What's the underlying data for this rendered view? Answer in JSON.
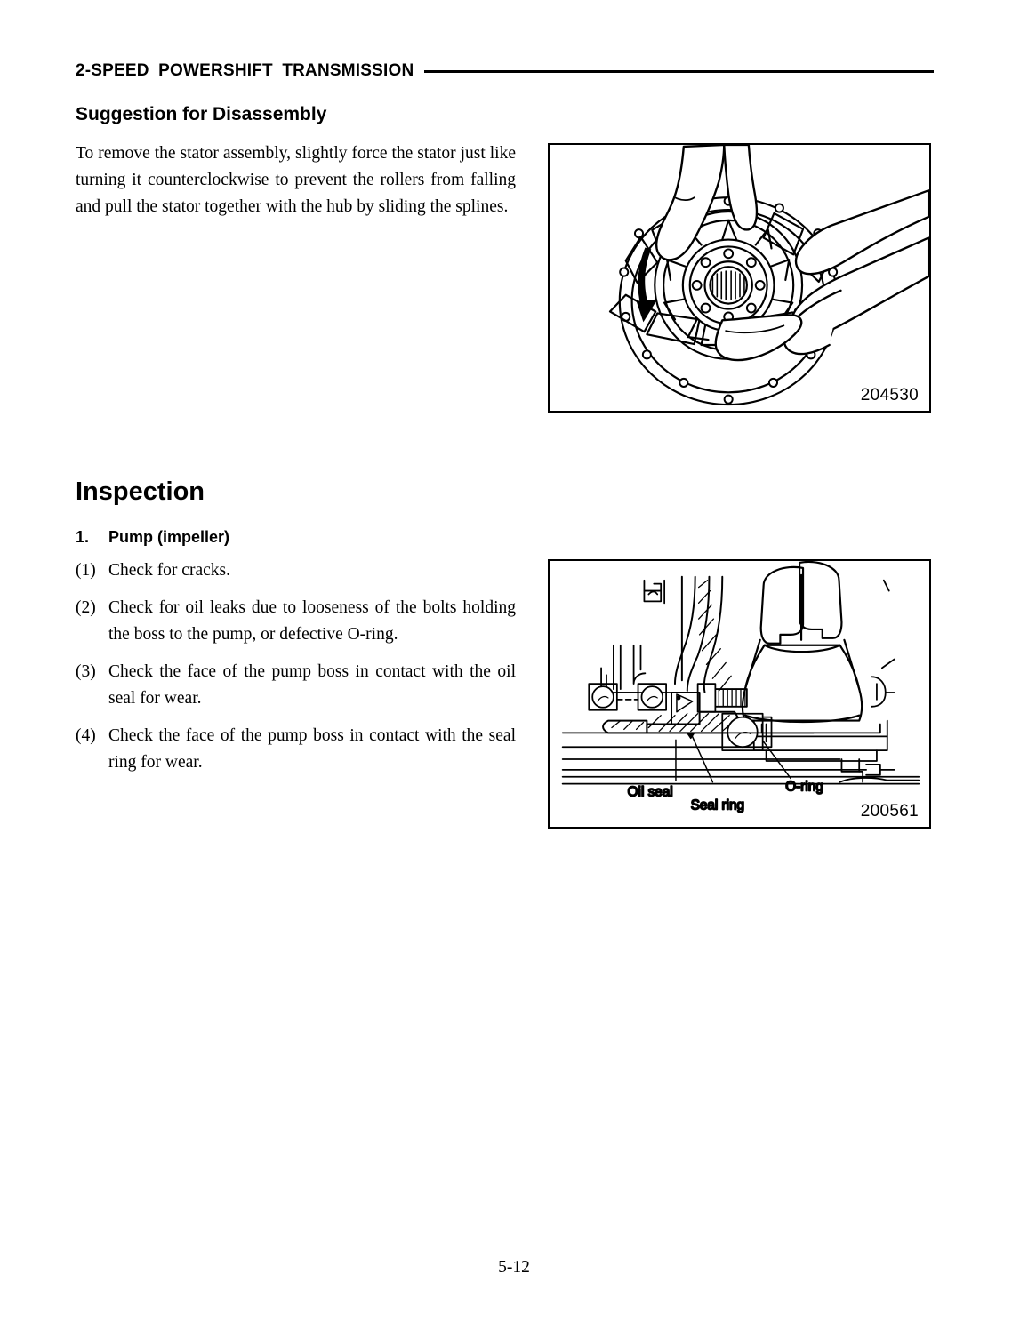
{
  "header": {
    "title": "2-SPEED  POWERSHIFT  TRANSMISSION"
  },
  "sections": {
    "suggestion": {
      "heading": "Suggestion for Disassembly",
      "paragraph": "To remove the stator assembly, slightly force the stator just like turning it counterclockwise to prevent the rollers from falling and pull the stator together with the hub by sliding the splines."
    },
    "inspection": {
      "heading": "Inspection",
      "subhead": {
        "number": "1.",
        "label": "Pump (impeller)"
      },
      "items": [
        {
          "number": "(1)",
          "text": "Check for cracks."
        },
        {
          "number": "(2)",
          "text": "Check for oil leaks due to looseness of the bolts holding the boss to the pump, or defective O-ring."
        },
        {
          "number": "(3)",
          "text": "Check the face of the pump boss in contact with the oil seal for wear."
        },
        {
          "number": "(4)",
          "text": "Check the face of the pump boss in contact with the seal ring for wear."
        }
      ]
    }
  },
  "figures": [
    {
      "id": "stator-removal",
      "number": "204530",
      "caption_labels": [],
      "description": "Two hands gripping a stator assembly with counterclockwise rotation arrow"
    },
    {
      "id": "pump-boss-section",
      "number": "200561",
      "caption_labels": [
        "Oil seal",
        "Seal ring",
        "O-ring"
      ],
      "description": "Cross-section of pump boss showing oil seal, seal ring and O-ring locations"
    }
  ],
  "footer": {
    "page_number": "5-12"
  },
  "colors": {
    "ink": "#000000",
    "paper": "#ffffff"
  }
}
